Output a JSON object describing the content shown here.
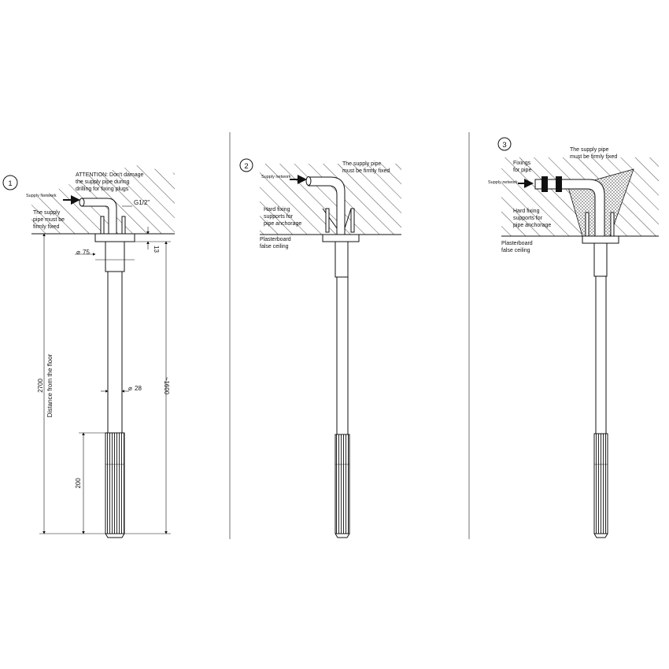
{
  "panels": [
    {
      "step": "1",
      "labels": {
        "attention": [
          "ATTENTION: Don't damage",
          "the supply pipe during",
          "drilling for fixing plugs"
        ],
        "supply_network": "Supply Network",
        "supply_pipe_fixed": [
          "The supply",
          "pipe must be",
          "firmly fixed"
        ],
        "thread": "G1/2\""
      },
      "dimensions": {
        "flange_diameter": "75",
        "flange_height": "13",
        "tube_diameter": "28",
        "total_height": "2700",
        "distance_from_floor": "Distance from the floor",
        "approx_length": "~1600",
        "head_length": "200"
      }
    },
    {
      "step": "2",
      "labels": {
        "supply_network": "Supply network",
        "supply_pipe_fixed": [
          "The supply pipe",
          "must be firmly fixed"
        ],
        "hard_fixing": [
          "Hard fixing",
          "supports for",
          "pipe anchorage"
        ],
        "plasterboard": [
          "Plasterboard",
          "false ceiling"
        ]
      }
    },
    {
      "step": "3",
      "labels": {
        "supply_network": "Supply network",
        "supply_pipe_fixed": [
          "The supply pipe",
          "must be firmly fixed"
        ],
        "fixings": [
          "Fixings",
          "for pipe"
        ],
        "hard_fixing": [
          "Hard fixing",
          "supports for",
          "pipe anchorage"
        ],
        "plasterboard": [
          "Plasterboard",
          "false ceiling"
        ]
      }
    }
  ]
}
